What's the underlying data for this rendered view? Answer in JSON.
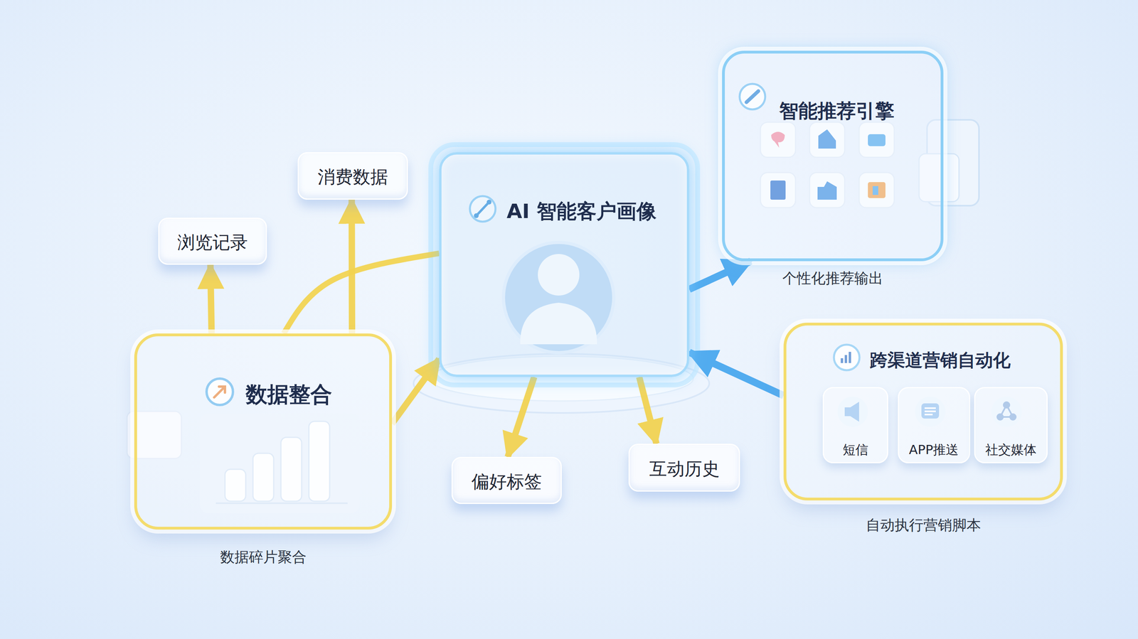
{
  "diagram": {
    "nodes": [
      {
        "text": [
          "浏览记录"
        ]
      },
      {
        "text": [
          "消费数据"
        ]
      },
      {
        "text": [
          "AI 智能客户画像"
        ]
      },
      {
        "text": [
          "智能推荐引擎",
          "个性化推荐输出"
        ]
      },
      {
        "text": [
          "数据整合",
          "数据碎片聚合"
        ]
      },
      {
        "text": [
          "跨渠道营销自动化",
          "自动执行营销脚本"
        ]
      },
      {
        "text": [
          "短信"
        ],
        "in": 5
      },
      {
        "text": [
          "APP推送"
        ],
        "in": 5
      },
      {
        "text": [
          "社交媒体"
        ],
        "in": 5
      },
      {
        "text": [
          "偏好标签"
        ]
      },
      {
        "text": [
          "互动历史"
        ]
      }
    ],
    "edges": [
      {
        "from": 4,
        "to": 0,
        "arrow": "to"
      },
      {
        "from": 4,
        "to": 1,
        "arrow": "to"
      },
      {
        "from": 4,
        "to": 2,
        "arrow": "none"
      },
      {
        "from": 4,
        "to": 2,
        "arrow": "to"
      },
      {
        "from": 2,
        "to": 3,
        "arrow": "to"
      },
      {
        "from": 2,
        "to": 9,
        "arrow": "to"
      },
      {
        "from": 2,
        "to": 10,
        "arrow": "to"
      },
      {
        "from": 5,
        "to": 2,
        "arrow": "to"
      }
    ]
  }
}
